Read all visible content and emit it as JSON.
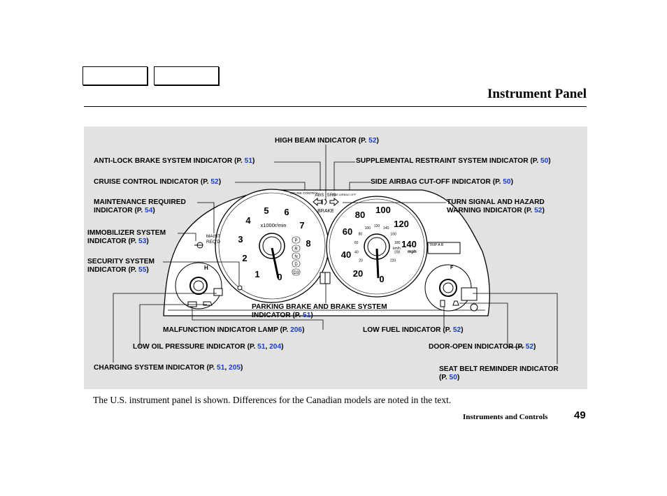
{
  "header": {
    "title": "Instrument Panel"
  },
  "labels": {
    "high_beam": {
      "text": "HIGH BEAM INDICATOR (P. ",
      "page": "52",
      "close": ")"
    },
    "abs": {
      "text": "ANTI-LOCK BRAKE SYSTEM INDICATOR   (P. ",
      "page": "51",
      "close": ")"
    },
    "srs": {
      "text": "SUPPLEMENTAL RESTRAINT SYSTEM INDICATOR (P. ",
      "page": "50",
      "close": ")"
    },
    "cruise": {
      "text": "CRUISE CONTROL INDICATOR (P. ",
      "page": "52",
      "close": ")"
    },
    "side_airbag": {
      "text": "SIDE AIRBAG CUT-OFF INDICATOR (P. ",
      "page": "50",
      "close": ")"
    },
    "maint_line1": "MAINTENANCE REQUIRED",
    "maint_line2": {
      "text": "INDICATOR (P. ",
      "page": "54",
      "close": ")"
    },
    "turn_line1": "TURN SIGNAL AND HAZARD",
    "turn_line2": {
      "text": "WARNING INDICATOR (P. ",
      "page": "52",
      "close": ")"
    },
    "immob_line1": "IMMOBILIZER SYSTEM",
    "immob_line2": {
      "text": "INDICATOR (P. ",
      "page": "53",
      "close": ")"
    },
    "security_line1": "SECURITY SYSTEM",
    "security_line2": {
      "text": "INDICATOR (P. ",
      "page": "55",
      "close": ")"
    },
    "parking_line1": "PARKING BRAKE AND BRAKE SYSTEM",
    "parking_line2": {
      "text": "INDICATOR   (P. ",
      "page": "51",
      "close": ")"
    },
    "mil": {
      "text": "MALFUNCTION INDICATOR LAMP (P. ",
      "page": "206",
      "close": ")"
    },
    "low_fuel": {
      "text": "LOW FUEL INDICATOR (P. ",
      "page": "52",
      "close": ")"
    },
    "oil": {
      "text": "LOW OIL PRESSURE INDICATOR (P. ",
      "page": "51",
      "sep": ", ",
      "page2": "204",
      "close": ")"
    },
    "door": {
      "text": "DOOR-OPEN INDICATOR (P. ",
      "page": "52",
      "close": ")"
    },
    "charging": {
      "text": "CHARGING SYSTEM INDICATOR (P. ",
      "page": "51",
      "sep": ", ",
      "page2": "205",
      "close": ")"
    },
    "seatbelt_line1": "SEAT BELT REMINDER INDICATOR",
    "seatbelt_line2": {
      "text": "(P. ",
      "page": "50",
      "close": ")"
    }
  },
  "cluster": {
    "cruise_text": "CRUISE CONTROL",
    "abs_text": "ABS",
    "srs_text": "SRS",
    "airbag_text": "SIDE AIRBAG OFF",
    "brake_text": "BRAKE",
    "maint_text_1": "MAINT",
    "maint_text_2": "REQ'D",
    "tach_unit": "x1000r/min",
    "tach_numbers": [
      "0",
      "1",
      "2",
      "3",
      "4",
      "5",
      "6",
      "7",
      "8"
    ],
    "gear_letters": [
      "P",
      "R",
      "N",
      "D",
      "D3"
    ],
    "speed_mph": [
      "0",
      "20",
      "40",
      "60",
      "80",
      "100",
      "120",
      "140"
    ],
    "speed_kmh": [
      "20",
      "40",
      "60",
      "80",
      "100",
      "120",
      "140",
      "160",
      "180",
      "200",
      "220"
    ],
    "kmh_unit": "km/h",
    "mph_unit": "mph",
    "trip_text": "TRIP A B",
    "temp_h": "H",
    "fuel_f": "F"
  },
  "caption": "The U.S. instrument panel is shown. Differences for the Canadian models are noted in the text.",
  "footer": {
    "section": "Instruments and Controls",
    "page_number": "49"
  },
  "colors": {
    "link": "#1a3ec8",
    "panel_bg": "#e2e2e2"
  }
}
